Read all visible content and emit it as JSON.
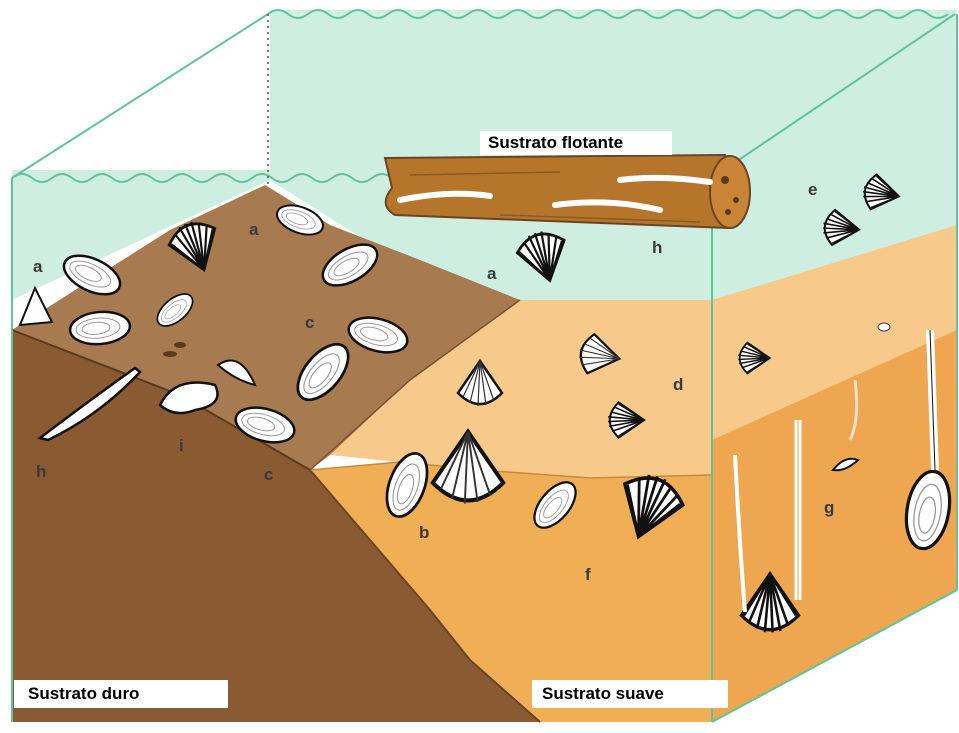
{
  "labels": {
    "hard": "Sustrato duro",
    "soft": "Sustrato suave",
    "floating": "Sustrato flotante"
  },
  "letters": {
    "a1": "a",
    "a2": "a",
    "a3": "a",
    "b": "b",
    "c1": "c",
    "c2": "c",
    "d": "d",
    "e": "e",
    "f": "f",
    "g": "g",
    "h1": "h",
    "h2": "h",
    "i": "i"
  },
  "colors": {
    "water": "#cdeee0",
    "water_edge": "#5ec49a",
    "hard_dark": "#8a5a33",
    "hard_top": "#a87a4f",
    "sand_light": "#f7c98a",
    "sand": "#f0ae55",
    "sand_side": "#eea650",
    "log": "#b5762c"
  }
}
